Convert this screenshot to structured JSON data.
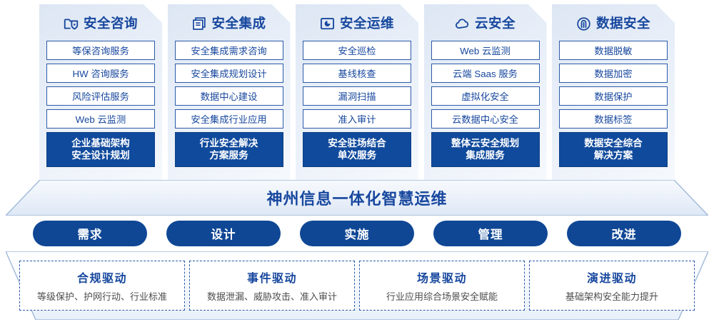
{
  "columns": [
    {
      "icon": "folder-shield-icon",
      "title": "安全咨询",
      "items": [
        "等保咨询服务",
        "HW 咨询服务",
        "风险评估服务",
        "Web 云监测"
      ],
      "summary_lines": [
        "企业基础架构",
        "安全设计规划"
      ]
    },
    {
      "icon": "stacked-documents-icon",
      "title": "安全集成",
      "items": [
        "安全集成需求咨询",
        "安全集成规划设计",
        "数据中心建设",
        "安全集成行业应用"
      ],
      "summary_lines": [
        "行业安全解决",
        "方案服务"
      ]
    },
    {
      "icon": "monitor-chart-icon",
      "title": "安全运维",
      "items": [
        "安全巡检",
        "基线核查",
        "漏洞扫描",
        "准入审计"
      ],
      "summary_lines": [
        "安全驻场结合",
        "单次服务"
      ]
    },
    {
      "icon": "cloud-icon",
      "title": "云安全",
      "items": [
        "Web 云监测",
        "云端 Saas 服务",
        "虚拟化安全",
        "云数据中心安全"
      ],
      "summary_lines": [
        "整体云安全规划",
        "集成服务"
      ]
    },
    {
      "icon": "fingerprint-icon",
      "title": "数据安全",
      "items": [
        "数据脱敏",
        "数据加密",
        "数据保护",
        "数据标签"
      ],
      "summary_lines": [
        "数据安全综合",
        "解决方案"
      ]
    }
  ],
  "banner": {
    "text": "神州信息一体化智慧运维"
  },
  "pills": [
    {
      "label": "需求"
    },
    {
      "label": "设计"
    },
    {
      "label": "实施"
    },
    {
      "label": "管理"
    },
    {
      "label": "改进"
    }
  ],
  "drivers": [
    {
      "title": "合规驱动",
      "subtitle": "等级保护、护网行动、行业标准"
    },
    {
      "title": "事件驱动",
      "subtitle": "数据泄漏、威胁攻击、准入审计"
    },
    {
      "title": "场景驱动",
      "subtitle": "行业应用综合场景安全赋能"
    },
    {
      "title": "演进驱动",
      "subtitle": "基础架构安全能力提升"
    }
  ],
  "colors": {
    "brand_blue": "#17479e",
    "deep_blue": "#104a9c",
    "border_blue": "#2b5aa8",
    "card_bg": "#e7eef8"
  }
}
